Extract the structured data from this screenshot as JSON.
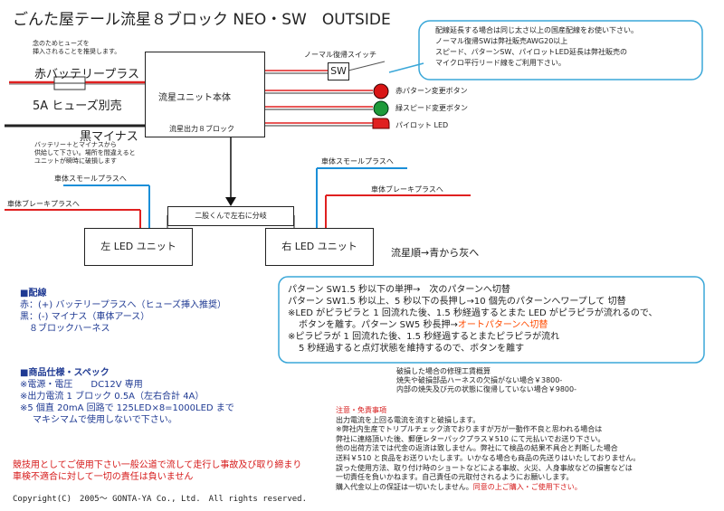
{
  "title": "ごんた屋テール流星８ブロック NEO・SW　OUTSIDE",
  "notes": {
    "fuse_note": [
      "念のためヒューズを",
      "挿入されることを推奨します。"
    ],
    "battery_note": [
      "バッテリー＋とマイナスから",
      "供給して下さい。場所を間違えると",
      "ユニットが瞬時に破損します"
    ],
    "harness_callout": [
      "配線延長する場合は同じ太さ以上の国産配線をお使い下さい。",
      "ノーマル復帰SWは弊社販売AWG20以上",
      "スピード、パターンSW、パイロットLED延長は弊社販売の",
      "マイクロ平行リード線をご利用下さい。"
    ]
  },
  "wires": {
    "battery_plus": "赤バッテリープラス",
    "fuse": "5A ヒューズ別売",
    "ground": "黒マイナス",
    "left_small": "車体スモールプラスへ",
    "left_brake": "車体ブレーキプラスへ",
    "right_small": "車体スモールプラスへ",
    "right_brake": "車体ブレーキプラスへ",
    "split": "二股くんで左右に分岐"
  },
  "main_unit": {
    "label": "流星ユニット本体",
    "sublabel": "流星出力８ブロック"
  },
  "switch": {
    "label": "ノーマル復帰スイッチ",
    "sw": "SW"
  },
  "leds": {
    "red": "赤パターン変更ボタン",
    "green": "緑スピード変更ボタン",
    "pilot": "パイロット LED"
  },
  "units": {
    "left": "左 LED ユニット",
    "right": "右 LED ユニット"
  },
  "flow_label": "流星順→青から灰へ",
  "instructions": {
    "line1": "パターン SW1.5 秒以下の単押→　次のパターンへ切替",
    "line2": "パターン SW1.5 秒以上、5 秒以下の長押し→10 個先のパターンへワープして 切替",
    "line3": "※LED がピラピラと 1 回流れた後、1.5 秒経過するとまた LED がピラピラが流れるので、",
    "line4a": "ボタンを離す。パターン SW5 秒長押→",
    "line4b": "オートパターンへ切替",
    "line5": "※ピラピラが 1 回流れた後、1.5 秒経過するとまたピラピラが流れ",
    "line6": "5 秒経過すると点灯状態を維持するので、ボタンを離す"
  },
  "wiring_section": {
    "heading": "■配線",
    "lines": [
      "赤：(+) バッテリープラスへ（ヒューズ挿入推奨）",
      "黒：(-) マイナス（車体アース）",
      "８ブロックハーネス"
    ]
  },
  "spec_section": {
    "heading": "■商品仕様・スペック",
    "lines": [
      "※電源・電圧　　DC12V 専用",
      "※出力電流 1 ブロック 0.5A（左右合計 4A）",
      "※5 個直 20mA 回路で 125LED×8=1000LED まで",
      "マキシマムで使用しないで下さい。"
    ]
  },
  "repair": {
    "lines": [
      "破損した場合の修理工賃概算",
      "焼失や破損部品ハーネスの欠損がない場合￥3800-",
      "内部の焼失及び元の状態に復帰していない場合￥9800-"
    ]
  },
  "caution": {
    "heading": "注意・免責事項",
    "lines": [
      "出力電流を上回る電流を流すと破損します。",
      "※弊社内生産でトリプルチェック済でおりますが万が一動作不良と思われる場合は",
      "弊社に連絡頂いた後、郵便レターパックプラス￥510 にて元払いでお送り下さい。",
      "他の出荷方法では代金の返済は致しません。弊社にて検品の結果不具合と判断した場合",
      "送料￥510 と良品をお送りいたします。いかなる場合も商品の先送りはいたしておりません。",
      "誤った使用方法、取り付け時のショートなどによる事故、火災、人身事故などの損害などは",
      "一切責任を負いかねます。自己責任の元取付されるようにお願いします。"
    ],
    "last_black": "購入代金以上の保証は一切いたしません。",
    "last_red": "同意の上ご購入・ご使用下さい。"
  },
  "legal": {
    "line1": "競技用としてご使用下さい一般公道で流して走行し事故及び取り締まり",
    "line2": "車検不適合に対して一切の責任は負いません"
  },
  "copyright": "Copyright(C)　2005～ GONTA-YA Co., Ltd.　All rights reserved.",
  "colors": {
    "red_wire": "#e02020",
    "blue_wire": "#1b8fd8",
    "black_wire": "#222222",
    "callout": "#3aa7d8",
    "heading_blue": "#1f3a93",
    "red_text": "#d61a1a",
    "orange_text": "#ff4b00"
  }
}
